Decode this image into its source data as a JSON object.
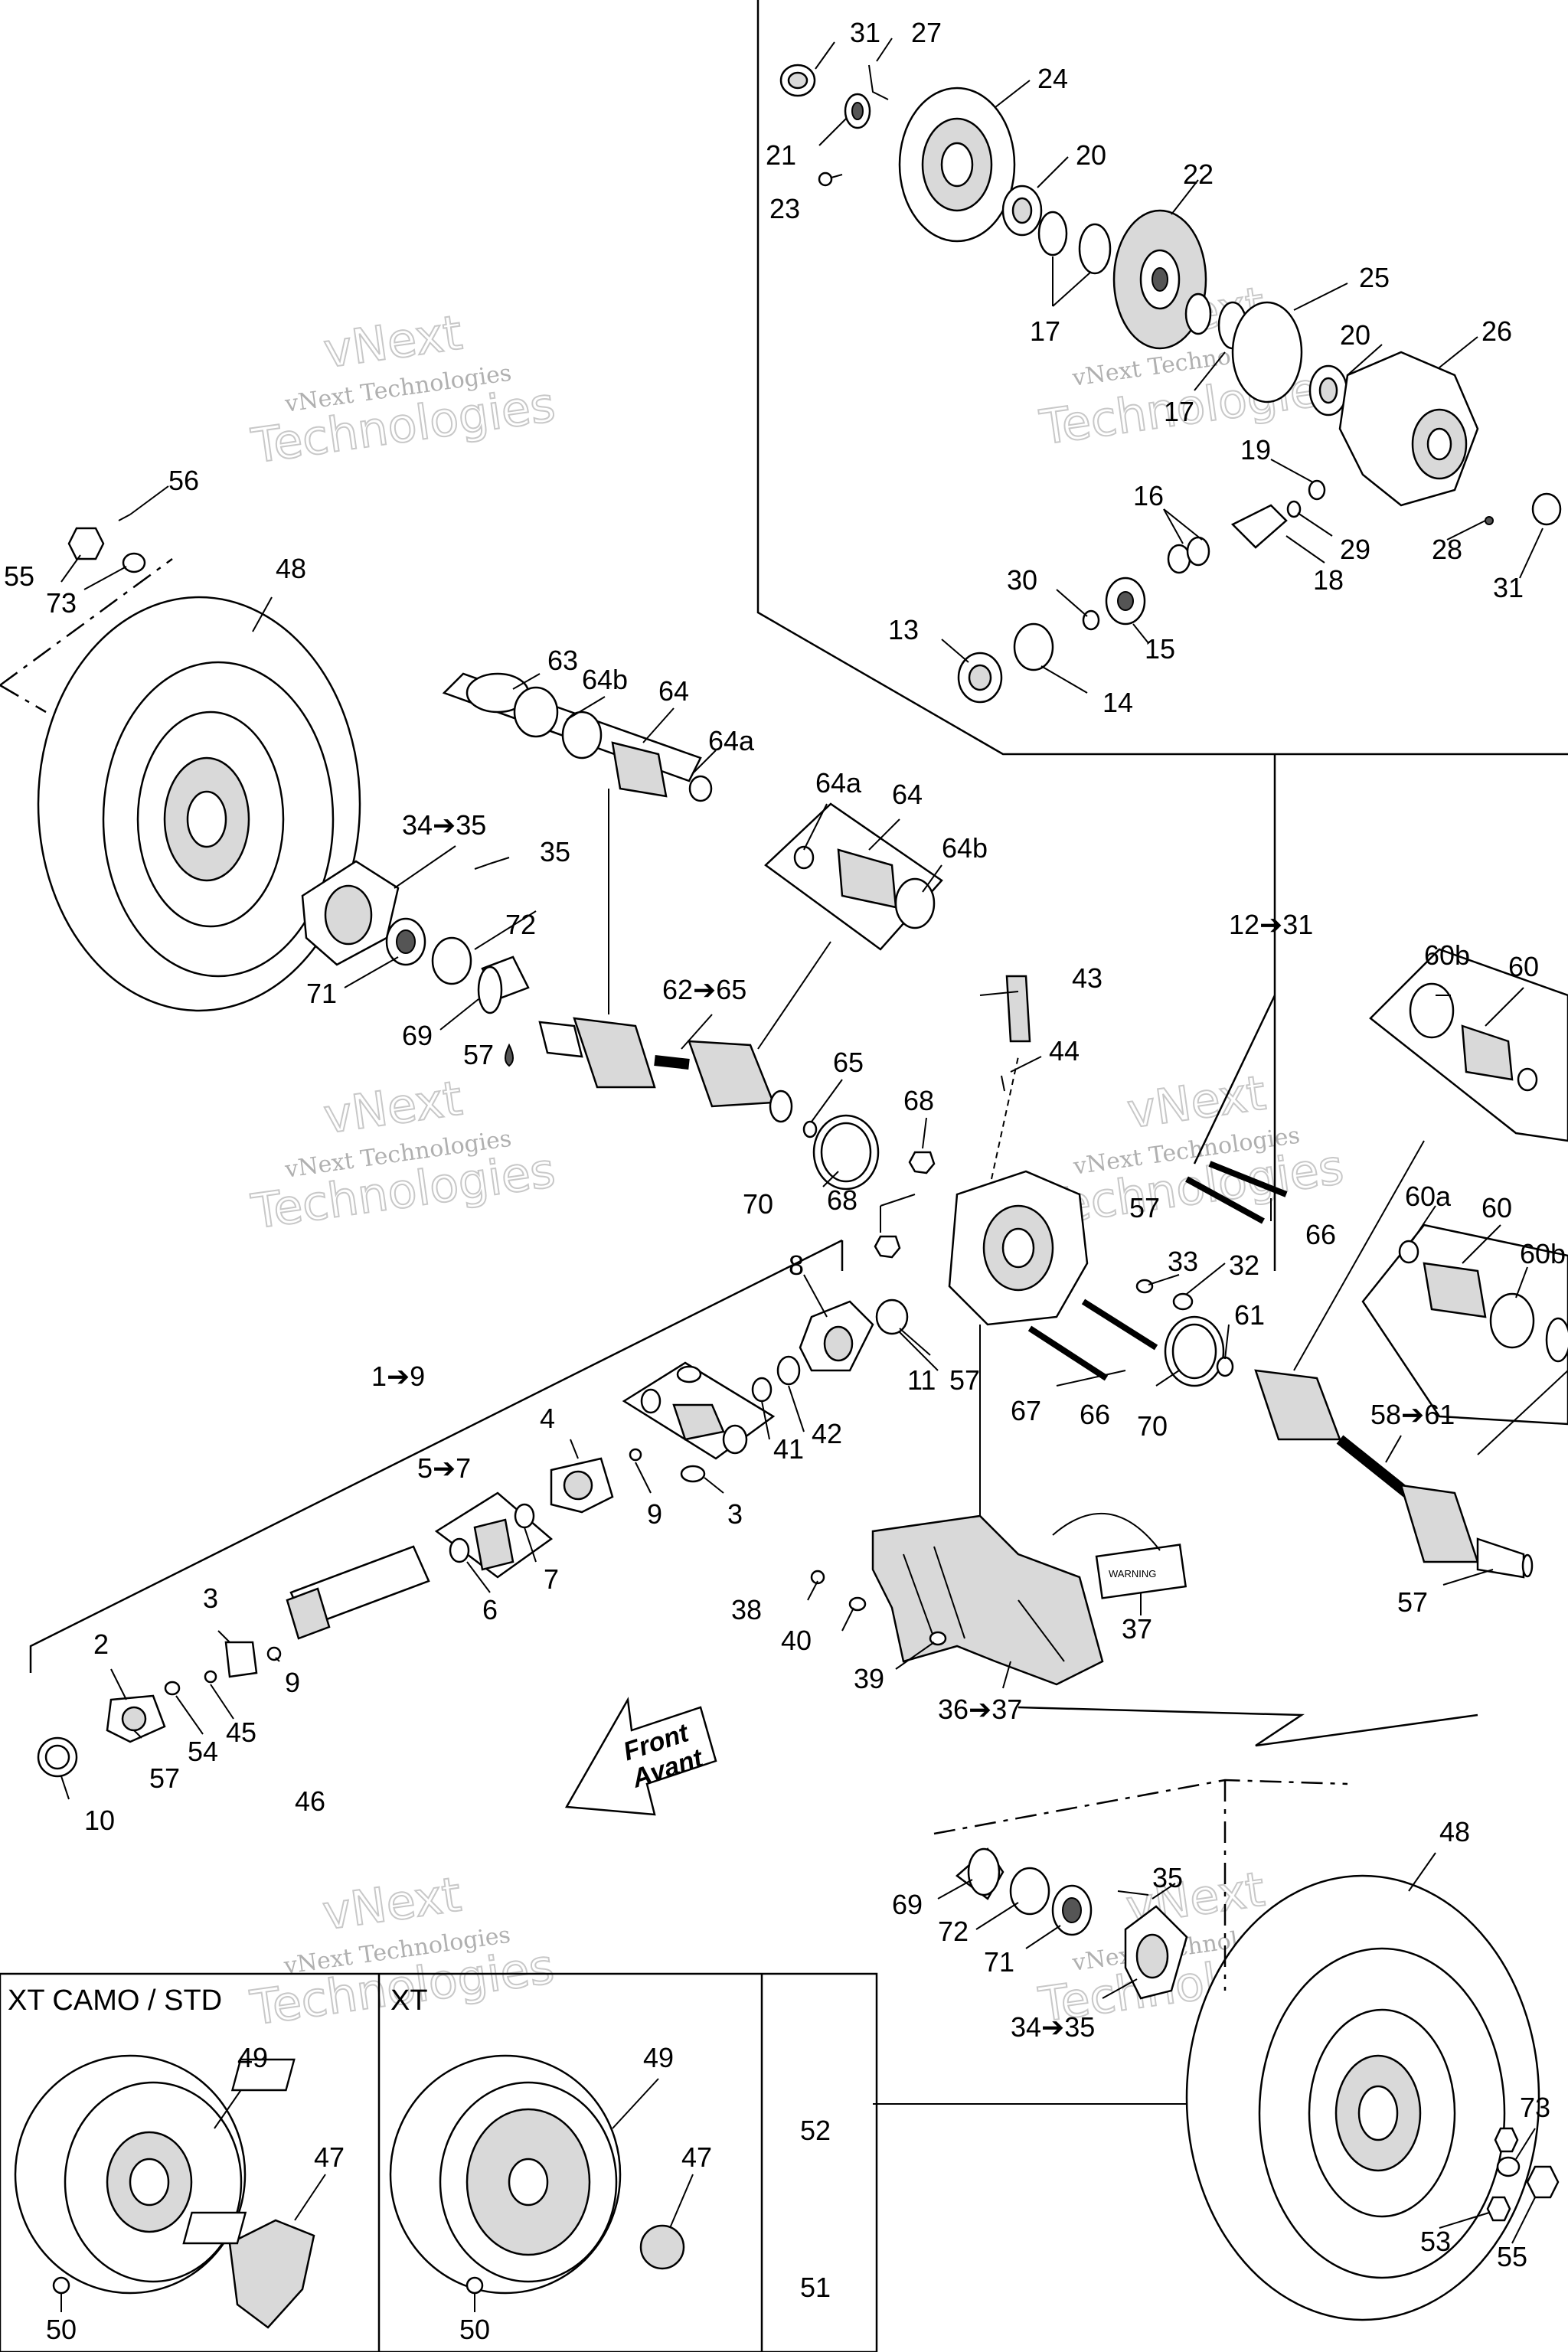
{
  "watermarks": [
    {
      "line1": "vNext Technologies",
      "line2": "Technologies",
      "line0": "vNext"
    },
    {
      "line1": "vNext Technologies",
      "line2": "Technologies",
      "line0": "vNext"
    },
    {
      "line1": "vNext Technologies",
      "line2": "Technologies",
      "line0": "vNext"
    },
    {
      "line1": "vNext Technologies",
      "line2": "Technologies",
      "line0": "vNext"
    },
    {
      "line1": "vNext Technologies",
      "line2": "Technologies",
      "line0": "vNext"
    },
    {
      "line1": "vNext Technologies",
      "line2": "Technologies",
      "line0": "vNext"
    }
  ],
  "labels": {
    "p31a": "31",
    "p27": "27",
    "p24": "24",
    "p21": "21",
    "p20a": "20",
    "p23": "23",
    "p22": "22",
    "p17a": "17",
    "p25": "25",
    "p20b": "20",
    "p26": "26",
    "p17b": "17",
    "p19": "19",
    "p16": "16",
    "p29": "29",
    "p28": "28",
    "p31b": "31",
    "p18": "18",
    "p30": "30",
    "p13": "13",
    "p15": "15",
    "p14": "14",
    "p56": "56",
    "p55a": "55",
    "p73a": "73",
    "p48a": "48",
    "p63": "63",
    "p64b_a": "64b",
    "p64_a": "64",
    "p64a_a": "64a",
    "p34_35a": "34➔35",
    "p35a": "35",
    "p72a": "72",
    "p71a": "71",
    "p69a": "69",
    "p57a": "57",
    "p62_65": "62➔65",
    "p64a_b": "64a",
    "p64_b": "64",
    "p64b_b": "64b",
    "p12_31": "12➔31",
    "p43": "43",
    "p44": "44",
    "p65": "65",
    "p70a": "70",
    "p68a": "68",
    "p68b": "68",
    "p57b": "57",
    "p66a": "66",
    "p60b_a": "60b",
    "p60_a": "60",
    "p60a_b": "60a",
    "p60_b": "60",
    "p60b_b": "60b",
    "p33": "33",
    "p32": "32",
    "p61": "61",
    "p8": "8",
    "p11": "11",
    "p57c": "57",
    "p67": "67",
    "p66b": "66",
    "p70b": "70",
    "p58_61": "58➔61",
    "p57d": "57",
    "p1_9": "1➔9",
    "p4": "4",
    "p41": "41",
    "p42": "42",
    "p5_7": "5➔7",
    "p9a": "9",
    "p3a": "3",
    "p6": "6",
    "p7": "7",
    "p3b": "3",
    "p9b": "9",
    "p2": "2",
    "p54": "54",
    "p45": "45",
    "p57e": "57",
    "p10": "10",
    "p46": "46",
    "p38": "38",
    "p40": "40",
    "p39": "39",
    "p37": "37",
    "p36_37": "36➔37",
    "p48b": "48",
    "p69b": "69",
    "p72b": "72",
    "p71b": "71",
    "p35b": "35",
    "p34_35b": "34➔35",
    "p49a": "49",
    "p47a": "47",
    "p50a": "50",
    "p49b": "49",
    "p47b": "47",
    "p50b": "50",
    "p52": "52",
    "p51": "51",
    "p73b": "73",
    "p53": "53",
    "p55b": "55"
  },
  "arrow_text": {
    "line1": "Front",
    "line2": "Avant"
  },
  "panels": {
    "left_title": "XT CAMO / STD",
    "right_title": "XT"
  },
  "warning_label": "WARNING"
}
